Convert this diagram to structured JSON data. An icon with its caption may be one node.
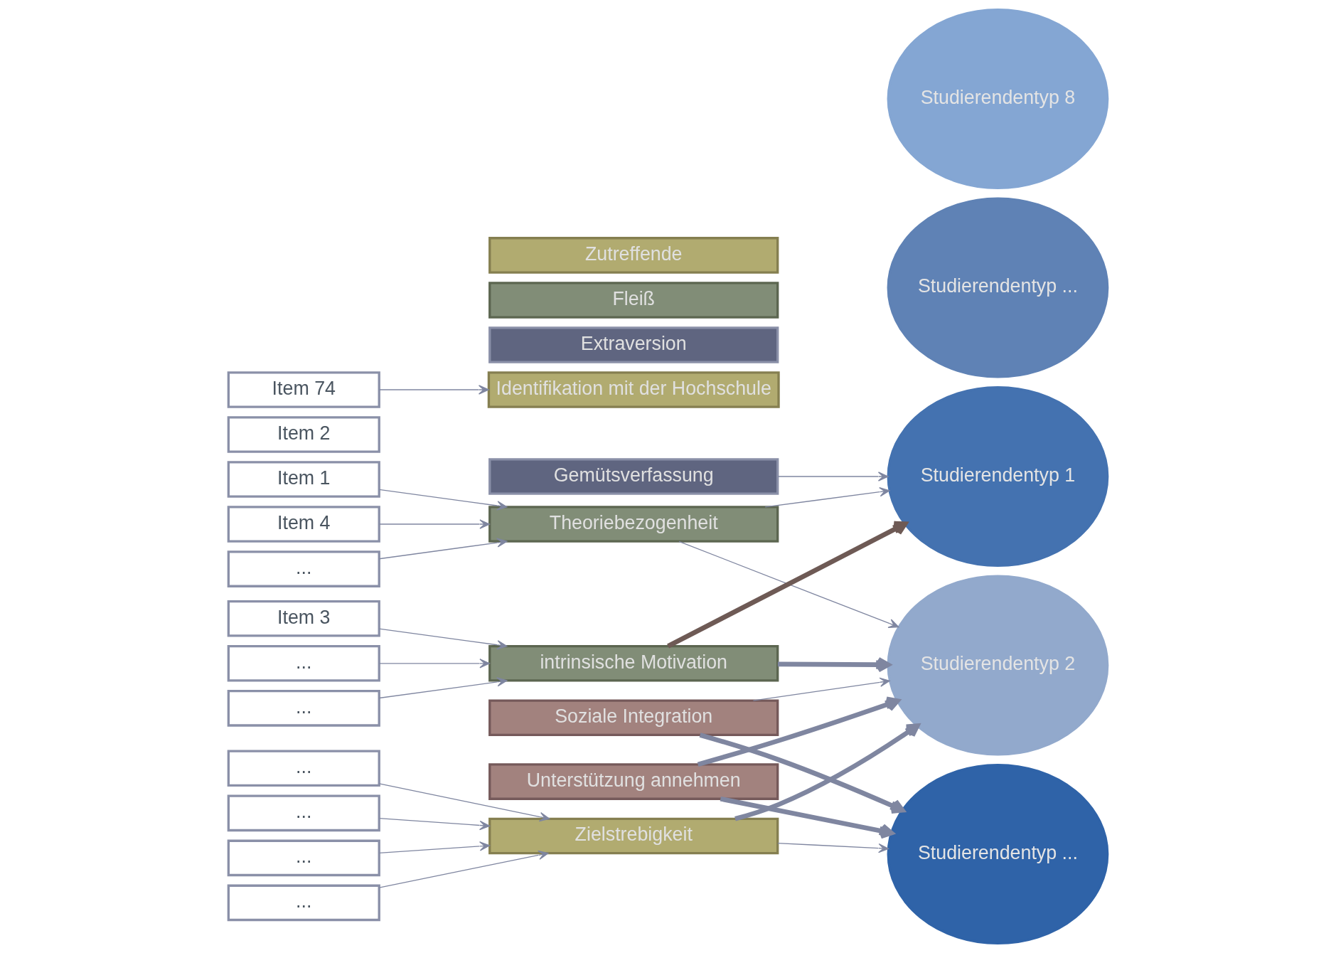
{
  "diagram": {
    "nodes": [
      {
        "text": [
          "Item 1"
        ]
      },
      {
        "text": [
          "Item 2"
        ]
      },
      {
        "text": [
          "Item 3"
        ]
      },
      {
        "text": [
          "Item 4"
        ]
      },
      {
        "text": [
          "..."
        ]
      },
      {
        "text": [
          "..."
        ]
      },
      {
        "text": [
          "..."
        ]
      },
      {
        "text": [
          "..."
        ]
      },
      {
        "text": [
          "..."
        ]
      },
      {
        "text": [
          "..."
        ]
      },
      {
        "text": [
          "..."
        ]
      },
      {
        "text": [
          "Item 74"
        ]
      },
      {
        "text": [
          "Extraversion"
        ]
      },
      {
        "text": [
          "Gemütsverfassung"
        ]
      },
      {
        "text": [
          "Fleiß"
        ]
      },
      {
        "text": [
          "Theoriebezogenheit"
        ]
      },
      {
        "text": [
          "intrinsische Motivation"
        ]
      },
      {
        "text": [
          "Soziale Integration"
        ]
      },
      {
        "text": [
          "Unterstützung annehmen"
        ]
      },
      {
        "text": [
          "Zielstrebigkeit"
        ]
      },
      {
        "text": [
          "Identifikation mit der Hochschule"
        ]
      },
      {
        "text": [
          "Zutreffende"
        ]
      },
      {
        "text": [
          "Studierendentyp 1"
        ]
      },
      {
        "text": [
          "Studierendentyp 2"
        ]
      },
      {
        "text": [
          "Studierendentyp ..."
        ]
      },
      {
        "text": [
          "Studierendentyp ..."
        ]
      },
      {
        "text": [
          "Studierendentyp 8"
        ]
      }
    ],
    "edges": [
      {
        "from": 0,
        "to": 15,
        "arrow": "to"
      },
      {
        "from": 2,
        "to": 16,
        "arrow": "to"
      },
      {
        "from": 3,
        "to": 15,
        "arrow": "to"
      },
      {
        "from": 4,
        "to": 15,
        "arrow": "to"
      },
      {
        "from": 5,
        "to": 16,
        "arrow": "to"
      },
      {
        "from": 6,
        "to": 16,
        "arrow": "to"
      },
      {
        "from": 7,
        "to": 19,
        "arrow": "to"
      },
      {
        "from": 8,
        "to": 19,
        "arrow": "to"
      },
      {
        "from": 9,
        "to": 19,
        "arrow": "to"
      },
      {
        "from": 10,
        "to": 19,
        "arrow": "to"
      },
      {
        "from": 11,
        "to": 20,
        "arrow": "to"
      },
      {
        "from": 13,
        "to": 22,
        "arrow": "to"
      },
      {
        "from": 15,
        "to": 22,
        "arrow": "to"
      },
      {
        "from": 16,
        "to": 22,
        "arrow": "to",
        "style": "thick",
        "color": "#6e5a55"
      },
      {
        "from": 15,
        "to": 23,
        "arrow": "to"
      },
      {
        "from": 16,
        "to": 23,
        "arrow": "to",
        "style": "thick"
      },
      {
        "from": 17,
        "to": 23,
        "arrow": "to"
      },
      {
        "from": 18,
        "to": 23,
        "arrow": "to",
        "style": "thick"
      },
      {
        "from": 19,
        "to": 23,
        "arrow": "to",
        "style": "thick"
      },
      {
        "from": 17,
        "to": 24,
        "arrow": "to",
        "style": "thick"
      },
      {
        "from": 18,
        "to": 24,
        "arrow": "to",
        "style": "thick"
      },
      {
        "from": 19,
        "to": 24,
        "arrow": "to"
      }
    ]
  }
}
